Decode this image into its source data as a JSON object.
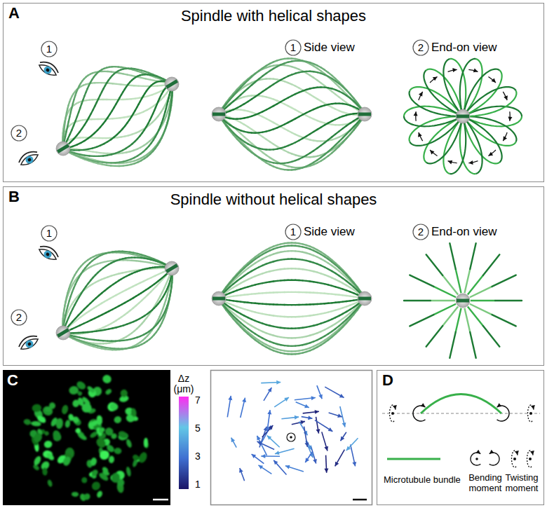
{
  "diagram": {
    "nodes": [
      {
        "text": [
          "A",
          "Spindle with helical shapes"
        ]
      },
      {
        "text": [
          "B",
          "Spindle without helical shapes"
        ]
      },
      {
        "text": [
          "D"
        ]
      }
    ],
    "labels": [
      "1",
      "2",
      "1",
      "Side view",
      "2",
      "End-on view",
      "1",
      "2",
      "1",
      "Side view",
      "2",
      "End-on view",
      "C",
      "Δz (μm)",
      "7",
      "5",
      "3",
      "1"
    ],
    "legend": [
      {
        "text": "Microtubule bundle"
      },
      {
        "text": "Bending moment"
      },
      {
        "text": "Twisting moment"
      }
    ]
  }
}
